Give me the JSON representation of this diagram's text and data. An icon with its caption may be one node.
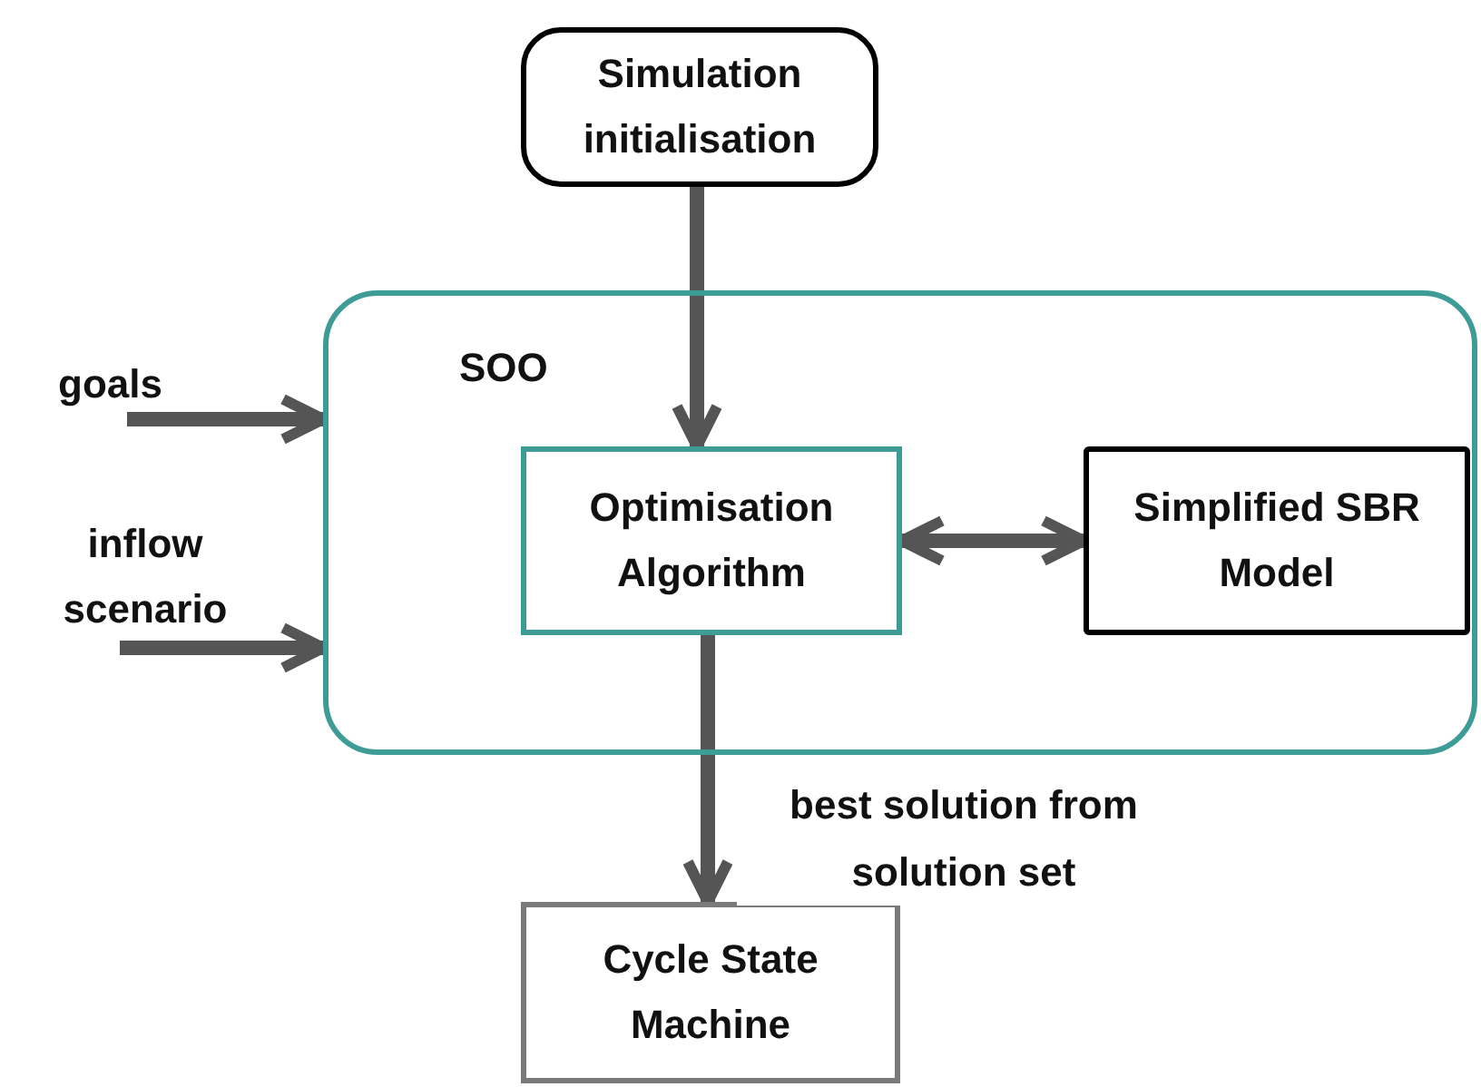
{
  "diagram": {
    "nodes": [
      {
        "text": [
          "Simulation initialisation"
        ]
      },
      {
        "text": [
          "SOO"
        ]
      },
      {
        "text": [
          "Optimisation Algorithm"
        ],
        "in": 1
      },
      {
        "text": [
          "Simplified SBR Model"
        ],
        "in": 1
      },
      {
        "text": [
          "Cycle State Machine"
        ]
      },
      {
        "text": [
          "goals"
        ]
      },
      {
        "text": [
          "inflow scenario"
        ]
      }
    ],
    "edges": [
      {
        "from": 0,
        "to": 2,
        "arrow": "to"
      },
      {
        "from": 2,
        "to": 3,
        "arrow": "both"
      },
      {
        "from": 2,
        "to": 4,
        "arrow": "to",
        "label": "best solution from solution set"
      },
      {
        "from": 5,
        "to": 1,
        "arrow": "to"
      },
      {
        "from": 6,
        "to": 1,
        "arrow": "to"
      }
    ]
  }
}
